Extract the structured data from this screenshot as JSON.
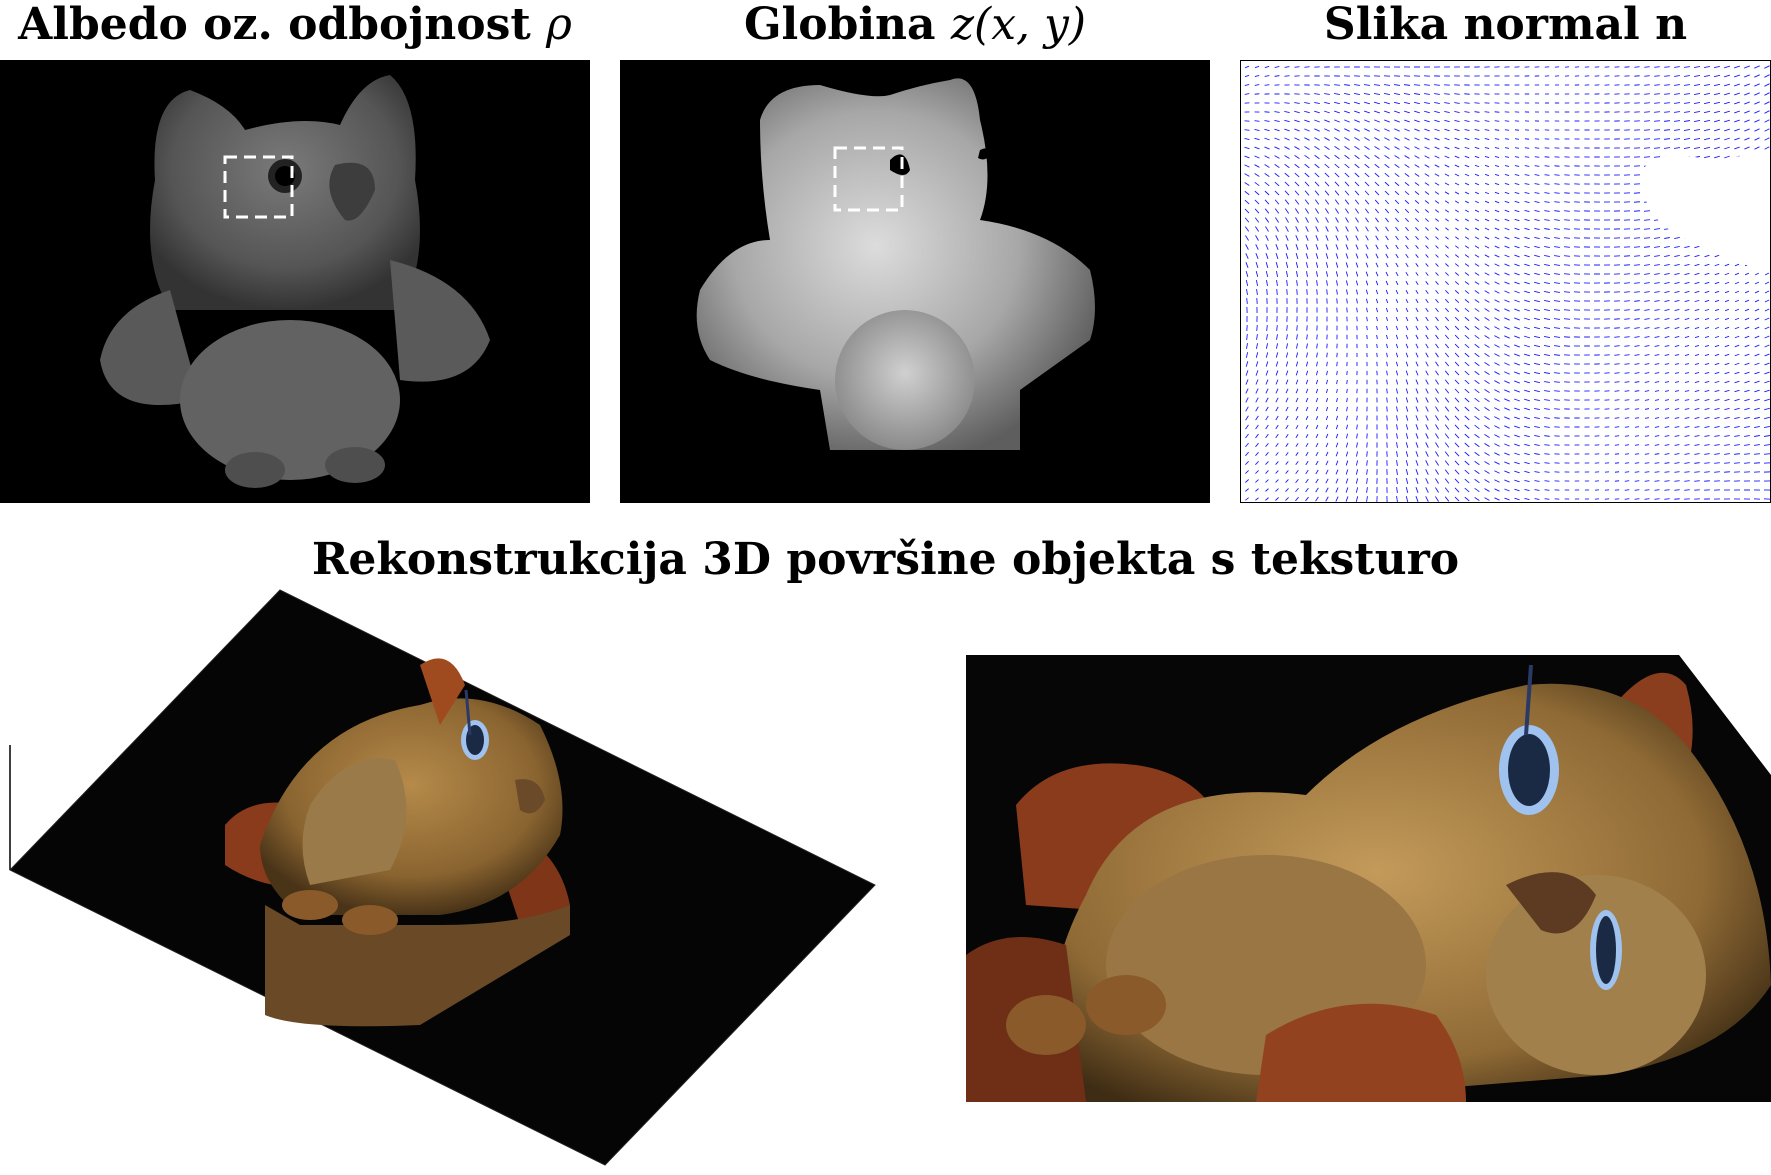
{
  "figure": {
    "panels": [
      {
        "title_text": "Albedo oz. odbojnost ",
        "title_math": "ρ"
      },
      {
        "title_text": "Globina ",
        "title_math": "z(x, y)"
      },
      {
        "title_text": "Slika normal ",
        "title_bold": "n"
      }
    ],
    "bottom_title": "Rekonstrukcija 3D površine objekta s teksturo"
  },
  "colors": {
    "background": "#ffffff",
    "image_background": "#000000",
    "normal_arrows": "#1a1aff",
    "selection_box": "#ffffff",
    "texture_main": "#a27a40",
    "texture_wing": "#8a3a1c",
    "eye_highlight": "#9fc2ee"
  }
}
